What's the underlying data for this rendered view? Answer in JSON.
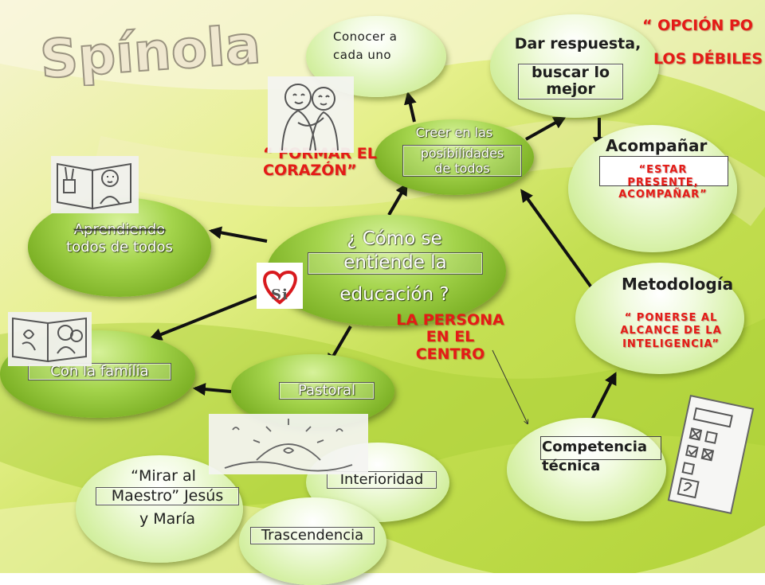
{
  "logo": {
    "text": "Spínola"
  },
  "center": {
    "lines": [
      "¿ Cómo se",
      "entiende la",
      "educación ?"
    ]
  },
  "nodes": {
    "aprendiendo": [
      "Aprendiendo",
      "todos de todos"
    ],
    "creer": [
      "Creer en las",
      "posibilidades",
      "de todos"
    ],
    "conocer": [
      "Conocer a",
      "cada uno"
    ],
    "dar": [
      "Dar respuesta,",
      "buscar lo",
      "mejor"
    ],
    "acompanar": {
      "title": "Acompañar",
      "lines": [
        "“ESTAR",
        "PRESENTE,",
        "ACOMPAÑAR”"
      ]
    },
    "metodologia": {
      "title": "Metodología",
      "lines": [
        "“ PONERSE AL",
        "ALCANCE DE LA",
        "INTELIGENCIA”"
      ]
    },
    "competencia": [
      "Competencia",
      "técnica"
    ],
    "familia": "Con la familia",
    "pastoral": "Pastoral",
    "mirar": [
      "“Mirar al",
      "Maestro” Jesús",
      "y María"
    ],
    "interioridad": "Interioridad",
    "trascendencia": "Trascendencia"
  },
  "labels": {
    "formar": [
      "“ FORMAR EL",
      "CORAZÓN”"
    ],
    "persona": [
      "LA PERSONA",
      "EN EL",
      "CENTRO"
    ],
    "opcion": [
      "“ OPCIÓN PO",
      "LOS DÉBILES"
    ]
  },
  "icons": [
    "friends-sketch-icon",
    "book-child-icon",
    "heart-logo-icon",
    "book-heart-icon",
    "sunrise-sketch-icon",
    "checklist-icon"
  ]
}
